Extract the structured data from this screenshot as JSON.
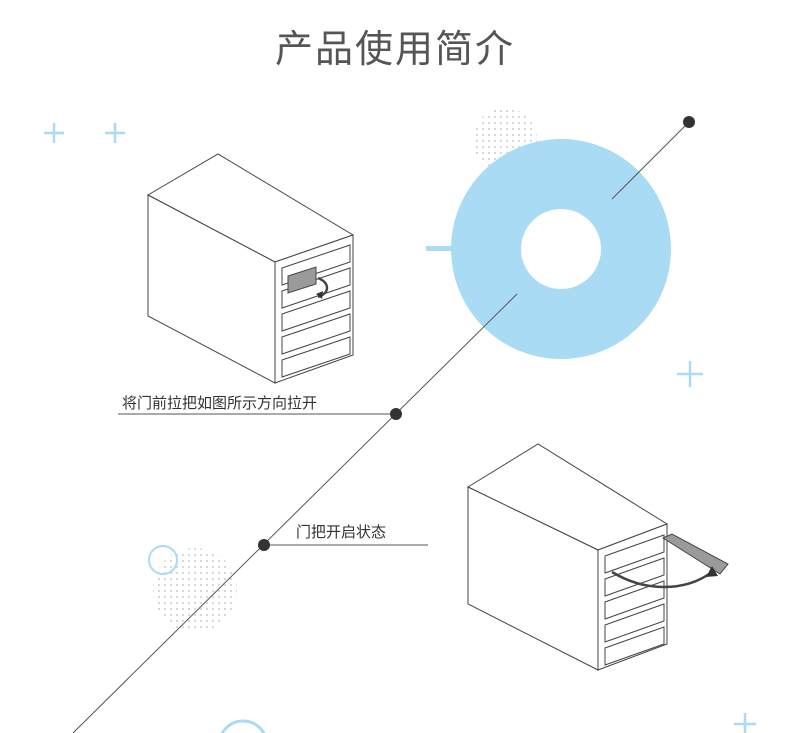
{
  "page": {
    "title": "产品使用简介"
  },
  "steps": [
    {
      "caption": "将门前拉把如图所示方向拉开"
    },
    {
      "caption": "门把开启状态"
    }
  ],
  "colors": {
    "accent": "#a9dcf4",
    "line": "#555555",
    "dot": "#333333",
    "text": "#333333",
    "title": "#555555"
  },
  "icons": [
    "plus-icon",
    "arrow-icon",
    "drive-enclosure-illustration"
  ]
}
